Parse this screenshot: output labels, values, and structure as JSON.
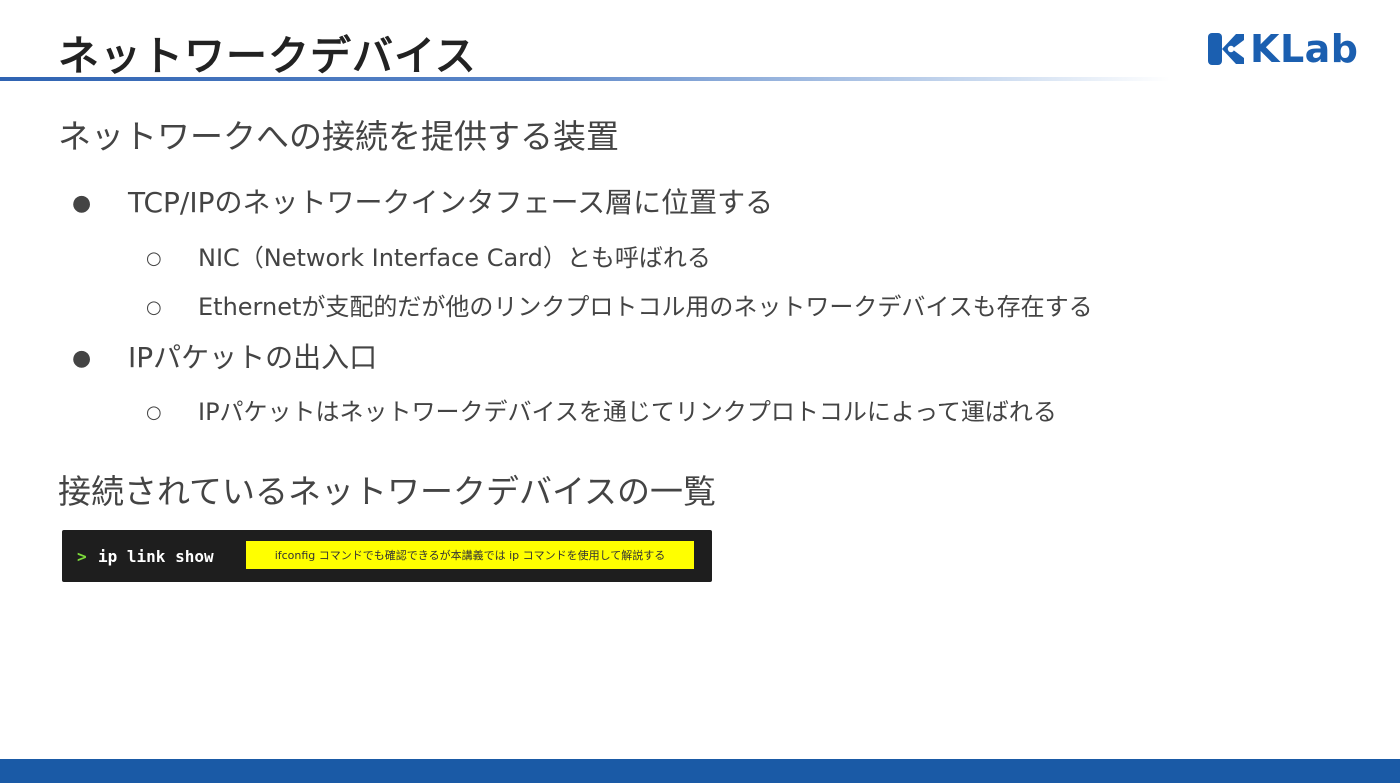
{
  "slide": {
    "title": "ネットワークデバイス",
    "logo_text": "KLab",
    "section1_heading": "ネットワークへの接続を提供する装置",
    "bullets": [
      {
        "text": "TCP/IPのネットワークインタフェース層に位置する",
        "sub": [
          "NIC（Network Interface Card）とも呼ばれる",
          "Ethernetが支配的だが他のリンクプロトコル用のネットワークデバイスも存在する"
        ]
      },
      {
        "text": "IPパケットの出入口",
        "sub": [
          "IPパケットはネットワークデバイスを通じてリンクプロトコルによって運ばれる"
        ]
      }
    ],
    "section2_heading": "接続されているネットワークデバイスの一覧",
    "terminal": {
      "prompt": ">",
      "command": "ip link show",
      "note": "ifconfig コマンドでも確認できるが本講義では ip コマンドを使用して解説する"
    },
    "bullet_marks": {
      "level1": "●",
      "level2": "○"
    }
  },
  "colors": {
    "brand_blue": "#1b5fb0",
    "footer_blue": "#1a5aa6",
    "terminal_bg": "#1e1e1e",
    "prompt_green": "#7ddc3b",
    "note_highlight": "#ffff00"
  },
  "icons": {
    "logo": "klab-logo-icon"
  }
}
